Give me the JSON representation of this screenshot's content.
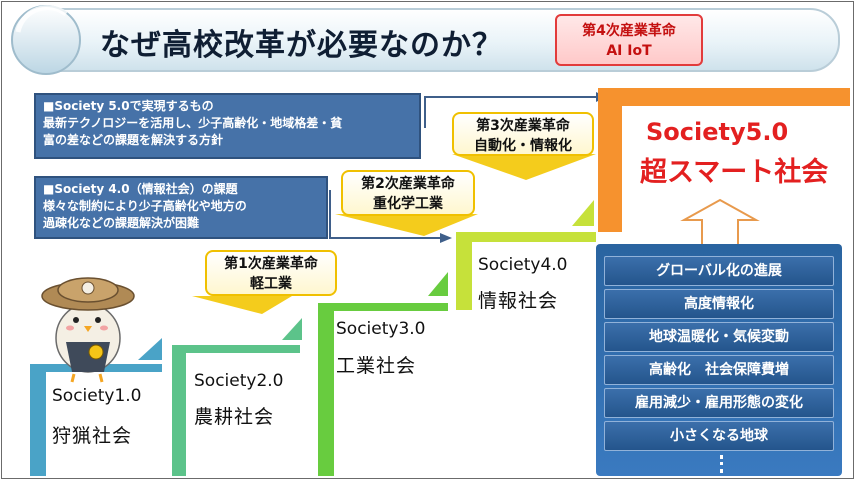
{
  "title": "なぜ高校改革が必要なのか？",
  "badge4": {
    "line1": "第4次産業革命",
    "line2": "AI IoT"
  },
  "info_society5": {
    "heading": "■Society 5.0で実現するもの",
    "line1": "最新テクノロジーを活用し、少子高齢化・地域格差・貧",
    "line2": "富の差などの課題を解決する方針"
  },
  "info_society4": {
    "heading": "■Society 4.0（情報社会）の課題",
    "line1": "様々な制約により少子高齢化や地方の",
    "line2": "過疎化などの課題解決が困難"
  },
  "revolutions": [
    {
      "line1": "第1次産業革命",
      "line2": "軽工業"
    },
    {
      "line1": "第2次産業革命",
      "line2": "重化学工業"
    },
    {
      "line1": "第3次産業革命",
      "line2": "自動化・情報化"
    }
  ],
  "societies": [
    {
      "code": "Society1.0",
      "name": "狩猟社会"
    },
    {
      "code": "Society2.0",
      "name": "農耕社会"
    },
    {
      "code": "Society3.0",
      "name": "工業社会"
    },
    {
      "code": "Society4.0",
      "name": "情報社会"
    }
  ],
  "society5": {
    "code": "Society5.0",
    "name": "超スマート社会"
  },
  "issues": [
    "グローバル化の進展",
    "高度情報化",
    "地球温暖化・気候変動",
    "高齢化　社会保障費増",
    "雇用減少・雇用形態の変化",
    "小さくなる地球"
  ],
  "colors": {
    "step1": "#4aa3c7",
    "step2": "#5cc38a",
    "step3": "#68cc3f",
    "step4": "#c6e13a",
    "step5": "#f6922e",
    "info_box": "#4672a8",
    "society5_text": "#e32020"
  }
}
